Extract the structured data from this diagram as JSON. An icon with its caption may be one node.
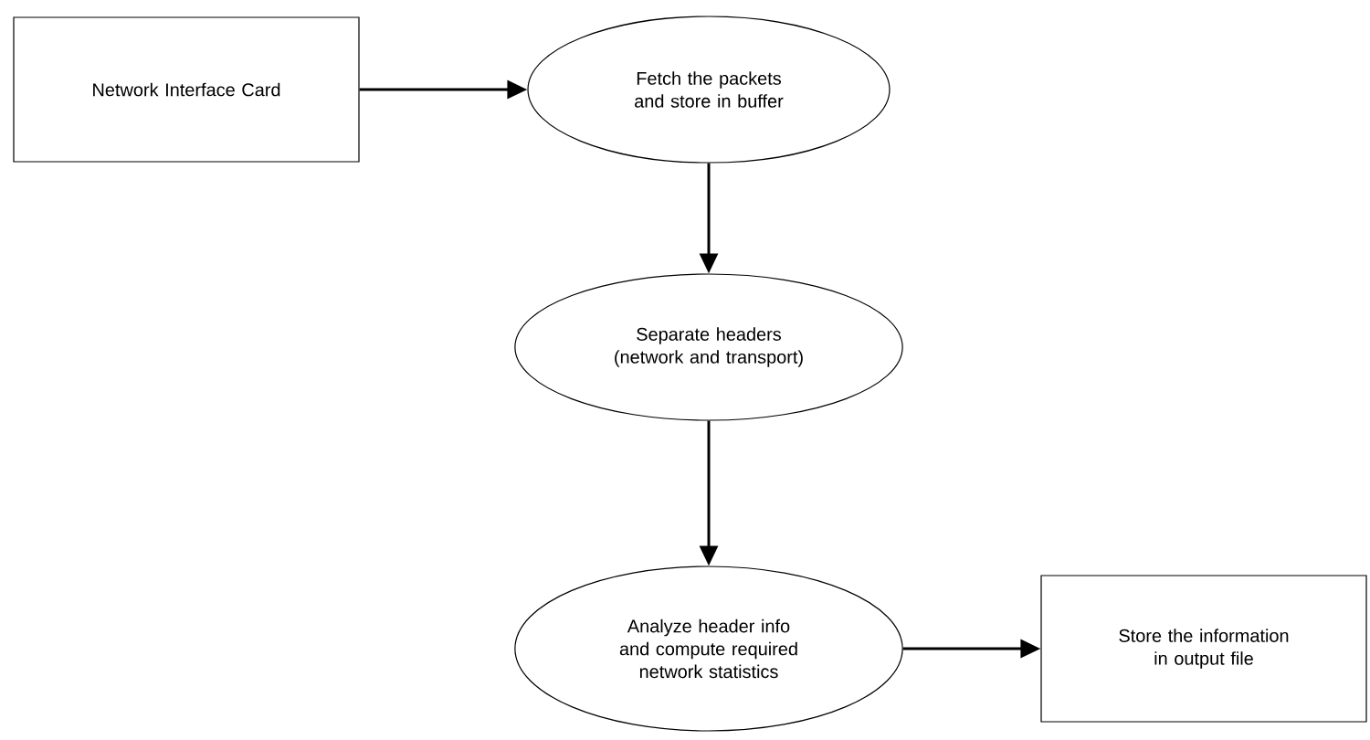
{
  "diagram": {
    "nodes": [
      {
        "text": [
          "Network Interface Card"
        ]
      },
      {
        "text": [
          "Fetch the packets and store in buffer"
        ]
      },
      {
        "text": [
          "Separate headers (network and transport)"
        ]
      },
      {
        "text": [
          "Analyze header info and compute required network statistics"
        ]
      },
      {
        "text": [
          "Store the information in output file"
        ]
      }
    ],
    "edges": [
      {
        "from": 0,
        "to": 1,
        "arrow": "to"
      },
      {
        "from": 1,
        "to": 2,
        "arrow": "to"
      },
      {
        "from": 2,
        "to": 3,
        "arrow": "to"
      },
      {
        "from": 3,
        "to": 4,
        "arrow": "to"
      }
    ]
  }
}
